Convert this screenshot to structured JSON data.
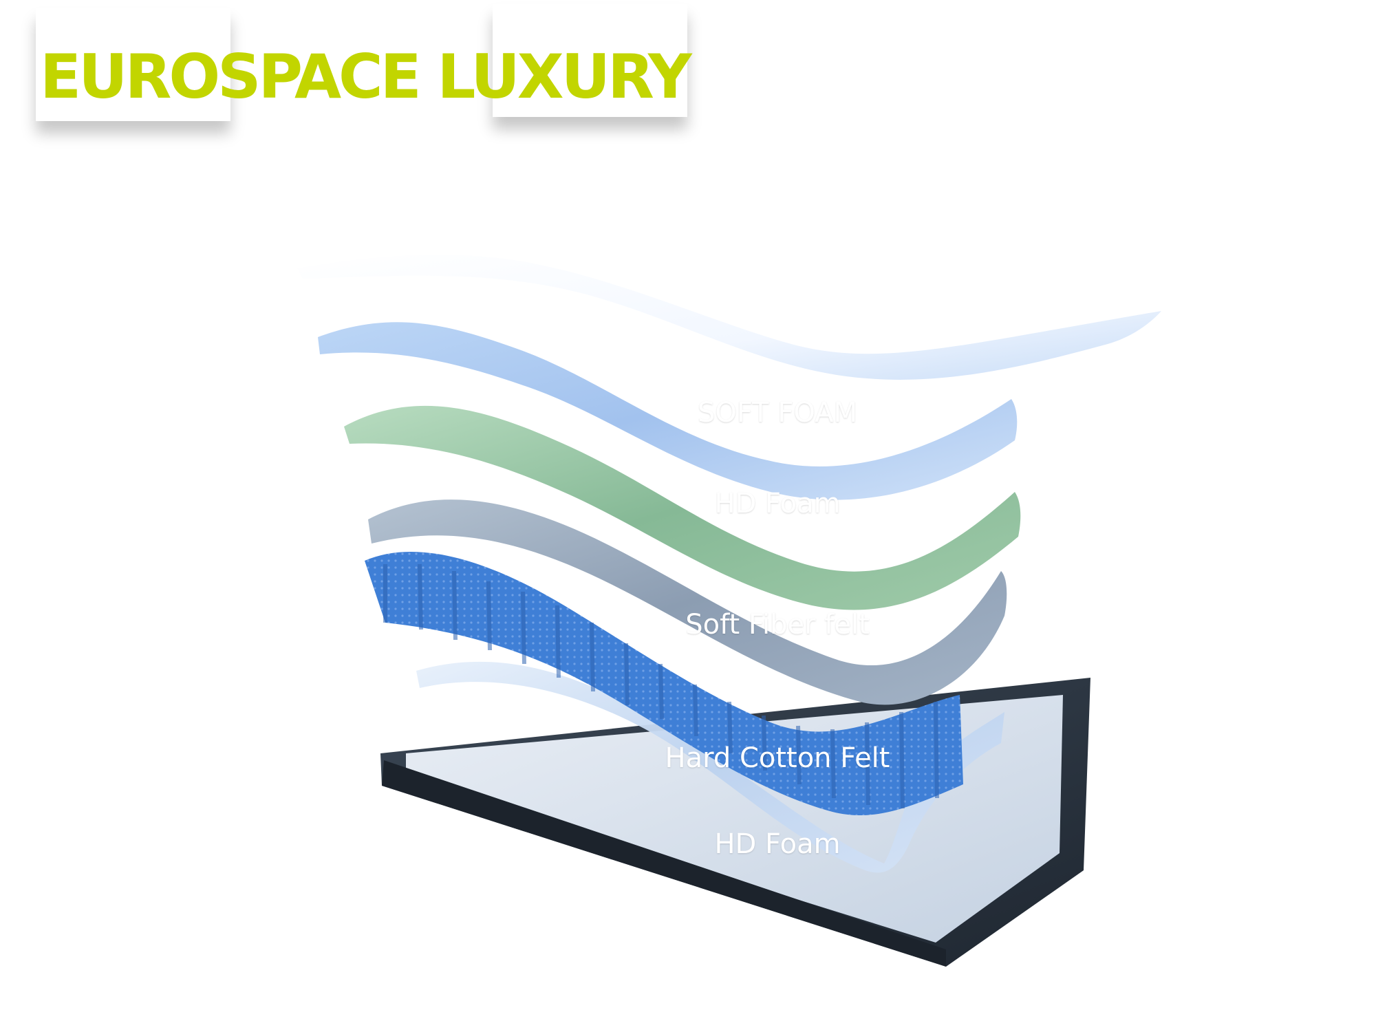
{
  "brand": {
    "title": "EUROSPACE LUXURY",
    "color": "#c2d500"
  },
  "labels": {
    "top_faint": "",
    "soft_foam": "SOFT FOAM",
    "hd_foam_upper": "HD Foam",
    "soft_fiber_felt": "Soft Fiber felt",
    "hard_cotton_felt": "Hard Cotton Felt",
    "hd_foam_lower": "HD Foam",
    "bottom_faint": ""
  },
  "colors": {
    "top_sheet": "#eaf2fd",
    "foam_sheet": "#a9c8ef",
    "green_sheet": "#8fc39e",
    "gray_sheet": "#93a3b6",
    "lower_sheet": "#c9dcf3",
    "springs": "#3f7fd6",
    "tray": "#2d3743"
  }
}
